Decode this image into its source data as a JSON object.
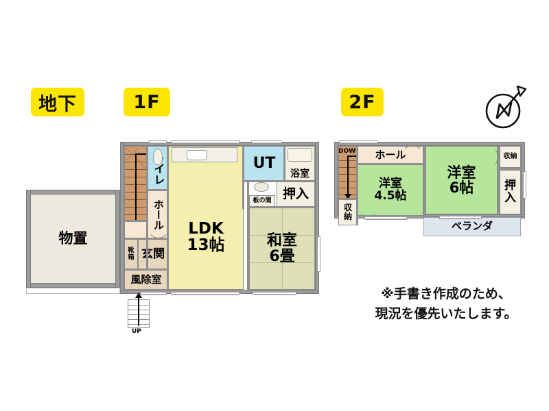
{
  "page": {
    "background_color": "#ffffff",
    "badge_color": "#FCE500",
    "wall_color": "#9c9c9c"
  },
  "badges": {
    "basement": "地下",
    "first_floor": "1F",
    "second_floor": "2F"
  },
  "compass": {
    "label": "N",
    "name": "north-arrow"
  },
  "basement": {
    "rooms": [
      {
        "name": "storage",
        "label": "物置",
        "fill": "#EDE9DE"
      }
    ]
  },
  "first_floor": {
    "rooms": [
      {
        "name": "ldk",
        "label": "LDK\n13帖",
        "fill": "#F5EFAF"
      },
      {
        "name": "washitsu",
        "label": "和室\n6畳",
        "fill": "#DDE0B8"
      },
      {
        "name": "ut",
        "label": "UT",
        "fill": "#B9E4EF"
      },
      {
        "name": "bathroom",
        "label": "浴室",
        "fill": "#F3F0E4"
      },
      {
        "name": "toilet",
        "label": "トイレ",
        "fill": "#B9E4EF"
      },
      {
        "name": "hall",
        "label": "ホール",
        "fill": "#F6E8D4"
      },
      {
        "name": "entrance",
        "label": "玄関",
        "fill": "#E6D6BE"
      },
      {
        "name": "shoebox",
        "label": "靴\n箱",
        "fill": "#E6D6BE"
      },
      {
        "name": "vestibule",
        "label": "風除室",
        "fill": "#E6D6BE"
      },
      {
        "name": "closet",
        "label": "押入",
        "fill": "#F3F0E4"
      },
      {
        "name": "wood-floor",
        "label": "板の間",
        "fill": "#F3F0E4"
      }
    ],
    "stair_labels": {
      "up_main": "UP",
      "up_outer": "UP"
    }
  },
  "second_floor": {
    "rooms": [
      {
        "name": "bedroom-6",
        "label": "洋室\n6帖",
        "fill": "#B5E69C"
      },
      {
        "name": "bedroom-45",
        "label": "洋室\n4.5帖",
        "fill": "#B5E69C"
      },
      {
        "name": "hall",
        "label": "ホール",
        "fill": "#F6E8D4"
      },
      {
        "name": "veranda",
        "label": "ベランダ",
        "fill": "#DEE5EF"
      },
      {
        "name": "storage-left",
        "label": "収\n納",
        "fill": "#F3F0E4"
      },
      {
        "name": "storage-right",
        "label": "収納",
        "fill": "#F3F0E4"
      },
      {
        "name": "oshiire",
        "label": "押\n入",
        "fill": "#F3F0E4"
      }
    ],
    "stair_labels": {
      "down": "DOWN"
    }
  },
  "disclaimer": "※手書き作成のため、\n現況を優先いたします。"
}
